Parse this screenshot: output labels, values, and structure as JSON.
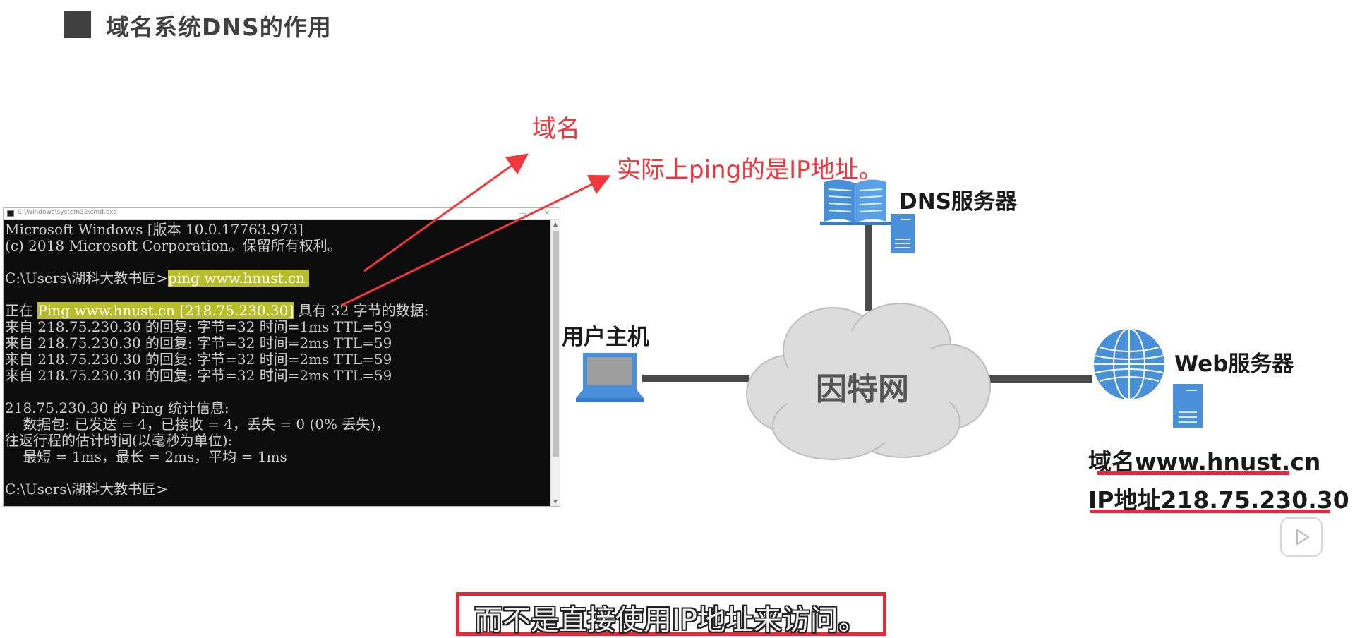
{
  "slide": {
    "title": "域名系统DNS的作用"
  },
  "annotations": {
    "domain_label": "域名",
    "ip_note": "实际上ping的是IP地址。"
  },
  "console": {
    "window_title": "C:\\Windows\\system32\\cmd.exe",
    "min_glyph": "—",
    "close_glyph": "✕",
    "lines": [
      "Microsoft Windows [版本 10.0.17763.973]",
      "(c) 2018 Microsoft Corporation。保留所有权利。",
      "",
      "C:\\Users\\湖科大教书匠>",
      "ping www.hnust.cn ",
      "正在 ",
      "Ping www.hnust.cn [218.75.230.30]",
      " 具有 32 字节的数据:",
      "来自 218.75.230.30 的回复: 字节=32 时间=1ms TTL=59",
      "来自 218.75.230.30 的回复: 字节=32 时间=2ms TTL=59",
      "来自 218.75.230.30 的回复: 字节=32 时间=2ms TTL=59",
      "来自 218.75.230.30 的回复: 字节=32 时间=2ms TTL=59",
      "",
      "218.75.230.30 的 Ping 统计信息:",
      "    数据包: 已发送 = 4，已接收 = 4，丢失 = 0 (0% 丢失)，",
      "往返行程的估计时间(以毫秒为单位):",
      "    最短 = 1ms，最长 = 2ms，平均 = 1ms",
      "",
      "C:\\Users\\湖科大教书匠>"
    ],
    "scroll_up": "▲",
    "scroll_down": "▼"
  },
  "diagram": {
    "internet_label": "因特网",
    "user_host_label": "用户主机",
    "dns_server_label": "DNS服务器",
    "web_server_label": "Web服务器",
    "web_domain": "域名www.hnust.cn",
    "web_ip": "IP地址218.75.230.30"
  },
  "subtitle": {
    "text": "而不是直接使用IP地址来访问。"
  },
  "colors": {
    "annotation_red": "#f0373c",
    "highlight_yellow": "#b8bd2b",
    "console_bg": "#0c0c0c",
    "cloud_gray": "#e0e0e0",
    "device_blue": "#4a90d9"
  }
}
